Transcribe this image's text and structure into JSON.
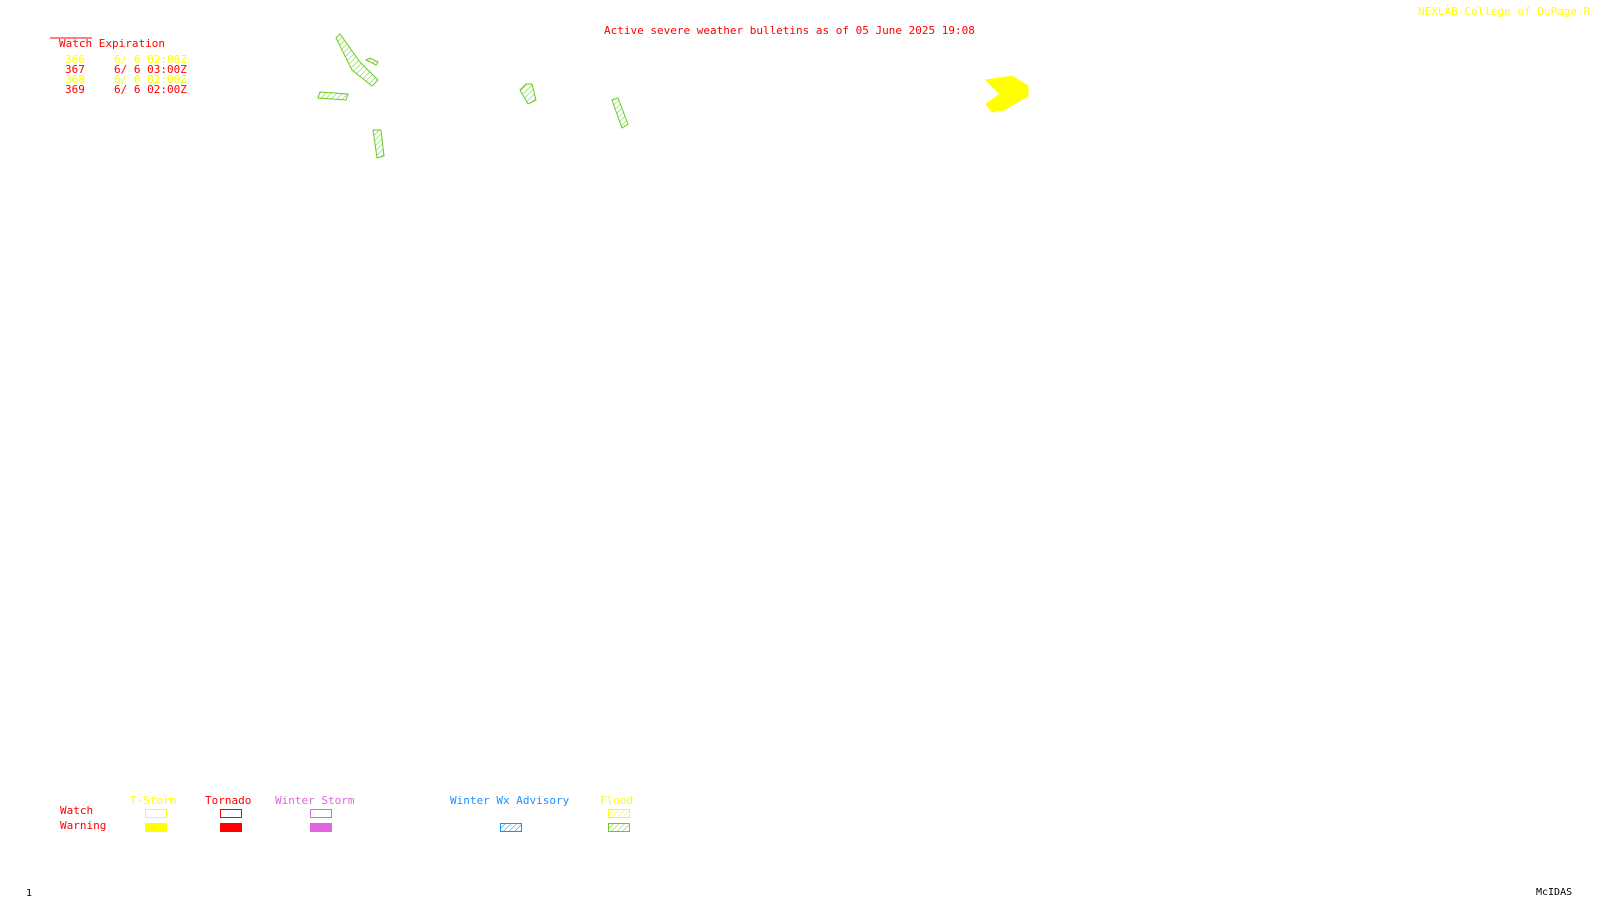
{
  "header": {
    "title": "Active severe weather bulletins as of 05 June 2025 19:08",
    "credit": "NEXLAB-College of DuPage R"
  },
  "watch_table": {
    "heading": "Watch Expiration",
    "rows": [
      {
        "number": "366",
        "expires": "6/ 6 02:00Z",
        "color": "#ffff00"
      },
      {
        "number": "367",
        "expires": "6/ 6 03:00Z",
        "color": "#ff0000"
      },
      {
        "number": "368",
        "expires": "6/ 6 02:00Z",
        "color": "#ffff00"
      },
      {
        "number": "369",
        "expires": "6/ 6 02:00Z",
        "color": "#ff0000"
      }
    ]
  },
  "legend": {
    "row_watch": "Watch",
    "row_warning": "Warning",
    "columns": [
      {
        "label": "T-Storm",
        "color": "#ffff00"
      },
      {
        "label": "Tornado",
        "color": "#ff0000"
      },
      {
        "label": "Winter Storm",
        "color": "#dd66dd"
      },
      {
        "label": "Winter Wx Advisory",
        "color": "#1e90ff"
      },
      {
        "label": "Flood",
        "color": "#ffff00",
        "swatch_color": "#66cc22"
      }
    ]
  },
  "map_features": [
    {
      "type": "flood-warning",
      "color": "#66cc22",
      "fill": "hatched"
    },
    {
      "type": "tstorm-warning",
      "color": "#ffff00",
      "fill": "solid"
    }
  ],
  "footer": {
    "frame_number": "1",
    "software": "McIDAS"
  }
}
